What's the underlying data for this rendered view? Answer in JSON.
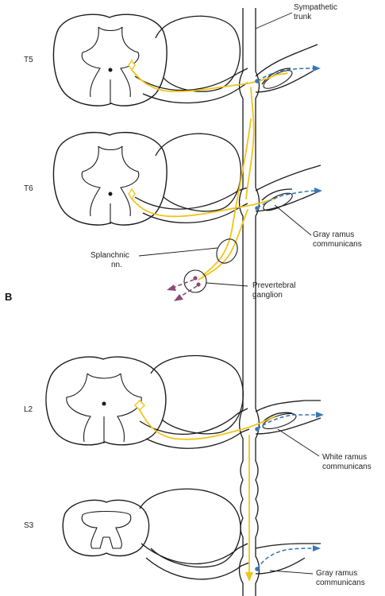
{
  "panel_letter": "B",
  "levels": {
    "t5": "T5",
    "t6": "T6",
    "l2": "L2",
    "s3": "S3"
  },
  "labels": {
    "sympathetic_trunk_line1": "Sympathetic",
    "sympathetic_trunk_line2": "trunk",
    "gray_ramus_1_line1": "Gray ramus",
    "gray_ramus_1_line2": "communicans",
    "splanchnic_line1": "Splanchnic",
    "splanchnic_line2": "nn.",
    "prevertebral_line1": "Prevertebral",
    "prevertebral_line2": "ganglion",
    "white_ramus_line1": "White ramus",
    "white_ramus_line2": "communicans",
    "gray_ramus_2_line1": "Gray ramus",
    "gray_ramus_2_line2": "communicans"
  },
  "colors": {
    "preganglionic": "#f0c419",
    "postganglionic": "#3a78b5",
    "visceral": "#8a4a7a",
    "outline": "#1a1a1a"
  }
}
